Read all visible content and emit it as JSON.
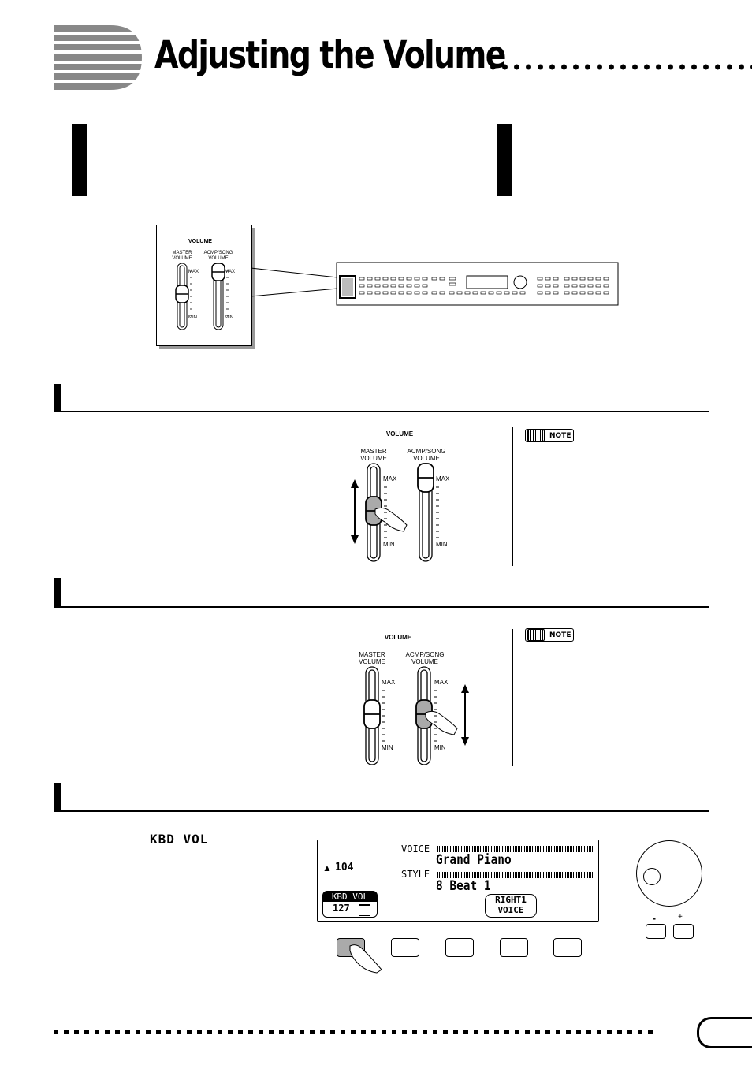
{
  "header": {
    "title": "Adjusting the Volume"
  },
  "panel_inset": {
    "heading": "VOLUME",
    "master_label": "MASTER\nVOLUME",
    "acmp_label": "ACMP/SONG\nVOLUME",
    "max": "MAX",
    "min": "MIN"
  },
  "slider_figure_1": {
    "heading": "VOLUME",
    "master_label": "MASTER\nVOLUME",
    "acmp_label": "ACMP/SONG\nVOLUME",
    "max": "MAX",
    "min": "MIN",
    "note": "NOTE"
  },
  "slider_figure_2": {
    "heading": "VOLUME",
    "master_label": "MASTER\nVOLUME",
    "acmp_label": "ACMP/SONG\nVOLUME",
    "max": "MAX",
    "min": "MIN",
    "note": "NOTE"
  },
  "kbd_section": {
    "label": "KBD VOL"
  },
  "lcd": {
    "tempo": "104",
    "voice_label": "VOICE",
    "voice_name": "Grand Piano",
    "style_label": "STYLE",
    "style_name": "8 Beat 1",
    "kbd_vol_label": "KBD VOL",
    "kbd_vol_value": "127",
    "right_btn_line1": "RIGHT1",
    "right_btn_line2": "VOICE"
  },
  "dial": {
    "minus": "-",
    "plus": "+"
  }
}
